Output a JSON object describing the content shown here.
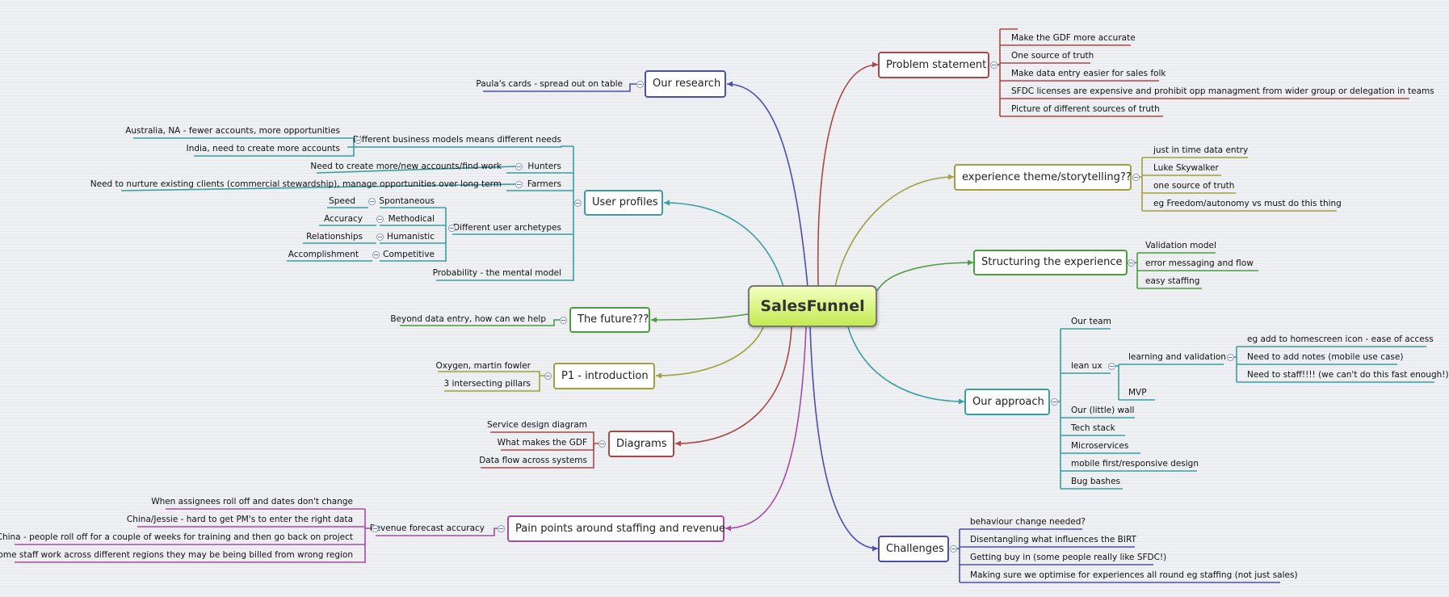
{
  "central": "SalesFunnel",
  "colors": {
    "research": "#4b4fa8",
    "profiles": "#3a9ea0",
    "future": "#4c9a42",
    "p1": "#a0a040",
    "diagrams": "#a84848",
    "pain": "#a74aa7",
    "problem": "#a84848",
    "experience": "#a0a040",
    "structuring": "#4c9a42",
    "approach": "#3a9ea0",
    "challenges": "#4b4fa8"
  },
  "left": {
    "research": {
      "title": "Our research",
      "children": [
        "Paula's cards - spread out on table"
      ]
    },
    "profiles": {
      "title": "User profiles",
      "business": {
        "label": "Different business models means different needs",
        "children": [
          "Australia, NA - fewer accounts, more opportunities",
          "India, need to create more accounts"
        ]
      },
      "hunters": {
        "label": "Hunters",
        "child": "Need to create more/new accounts/find work"
      },
      "farmers": {
        "label": "Farmers",
        "child": "Need to nurture existing clients (commercial stewardship), manage opportunities over long term"
      },
      "archetypes": {
        "label": "Different user archetypes",
        "items": [
          {
            "label": "Spontaneous",
            "child": "Speed"
          },
          {
            "label": "Methodical",
            "child": "Accuracy"
          },
          {
            "label": "Humanistic",
            "child": "Relationships"
          },
          {
            "label": "Competitive",
            "child": "Accomplishment"
          }
        ]
      },
      "probability": "Probability - the mental model"
    },
    "future": {
      "title": "The future???",
      "children": [
        "Beyond data entry, how can we help"
      ]
    },
    "p1": {
      "title": "P1 - introduction",
      "children": [
        "Oxygen, martin fowler",
        "3 intersecting pillars"
      ]
    },
    "diagrams": {
      "title": "Diagrams",
      "children": [
        "Service design diagram",
        "What makes the GDF",
        "Data flow across systems"
      ]
    },
    "pain": {
      "title": "Pain points around staffing and revenue",
      "sub": "Revenue forecast accuracy",
      "children": [
        "When assignees roll off and dates don't change",
        "China/Jessie - hard to get PM's to enter the right data",
        "China - people roll off for a couple of weeks for training and then go back on project",
        "Some staff work across different regions they may be being billed from wrong region"
      ]
    }
  },
  "right": {
    "problem": {
      "title": "Problem statement",
      "children": [
        "Make the GDF more accurate",
        "One source of truth",
        "Make data entry easier for sales folk",
        "SFDC licenses are expensive and prohibit opp managment from wider group or delegation in teams",
        "Picture of different sources of truth"
      ]
    },
    "experience": {
      "title": "experience theme/storytelling??",
      "children": [
        "just in time data entry",
        "Luke Skywalker",
        "one source of truth",
        "eg Freedom/autonomy vs must do this thing"
      ]
    },
    "structuring": {
      "title": "Structuring the experience",
      "children": [
        "Validation model",
        "error messaging and flow",
        "easy staffing"
      ]
    },
    "approach": {
      "title": "Our approach",
      "our_team": "Our team",
      "lean_ux": "lean ux",
      "learning": "learning and validation",
      "learning_children": [
        "eg add to homescreen icon - ease of access",
        "Need to add notes (mobile use case)",
        "Need to staff!!!! (we can't do this fast enough!)"
      ],
      "mvp": "MVP",
      "rest": [
        "Our (little) wall",
        "Tech stack",
        "Microservices",
        "mobile first/responsive design",
        "Bug bashes"
      ]
    },
    "challenges": {
      "title": "Challenges",
      "children": [
        "behaviour change needed?",
        "Disentangling what influences the BIRT",
        "Getting buy in (some people really like SFDC!)",
        "Making sure we optimise for experiences all round eg staffing (not just sales)"
      ]
    }
  }
}
